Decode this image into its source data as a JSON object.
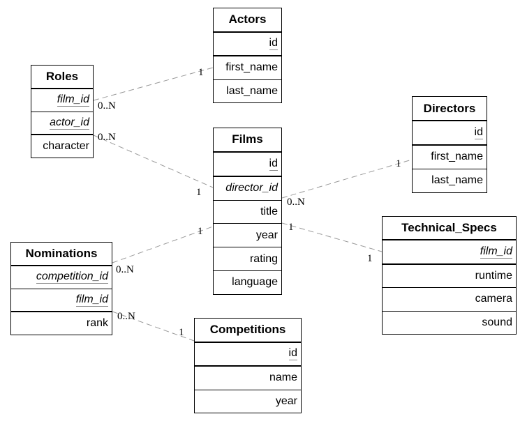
{
  "tables": {
    "actors": {
      "title": "Actors",
      "fields": [
        {
          "label": "id"
        },
        {
          "label": "first_name"
        },
        {
          "label": "last_name"
        }
      ]
    },
    "roles": {
      "title": "Roles",
      "fields": [
        {
          "label": "film_id"
        },
        {
          "label": "actor_id"
        },
        {
          "label": "character"
        }
      ]
    },
    "films": {
      "title": "Films",
      "fields": [
        {
          "label": "id"
        },
        {
          "label": "director_id"
        },
        {
          "label": "title"
        },
        {
          "label": "year"
        },
        {
          "label": "rating"
        },
        {
          "label": "language"
        }
      ]
    },
    "directors": {
      "title": "Directors",
      "fields": [
        {
          "label": "id"
        },
        {
          "label": "first_name"
        },
        {
          "label": "last_name"
        }
      ]
    },
    "technical_specs": {
      "title": "Technical_Specs",
      "fields": [
        {
          "label": "film_id"
        },
        {
          "label": "runtime"
        },
        {
          "label": "camera"
        },
        {
          "label": "sound"
        }
      ]
    },
    "nominations": {
      "title": "Nominations",
      "fields": [
        {
          "label": "competition_id"
        },
        {
          "label": "film_id"
        },
        {
          "label": "rank"
        }
      ]
    },
    "competitions": {
      "title": "Competitions",
      "fields": [
        {
          "label": "id"
        },
        {
          "label": "name"
        },
        {
          "label": "year"
        }
      ]
    }
  },
  "relationships": {
    "roles_actors": {
      "roles_end": "0..N",
      "actors_end": "1"
    },
    "roles_films": {
      "roles_end": "0..N",
      "films_end": "1"
    },
    "films_directors": {
      "films_end": "0..N",
      "directors_end": "1"
    },
    "films_technical_specs": {
      "films_end": "1",
      "technical_specs_end": "1"
    },
    "nominations_films": {
      "nominations_end": "0..N",
      "films_end": "1"
    },
    "nominations_competitions": {
      "nominations_end": "0..N",
      "competitions_end": "1"
    }
  },
  "colors": {
    "edge_line": "#999999",
    "table_border": "#000000",
    "pk_underline": "#888888",
    "background": "#ffffff",
    "text": "#000000"
  }
}
